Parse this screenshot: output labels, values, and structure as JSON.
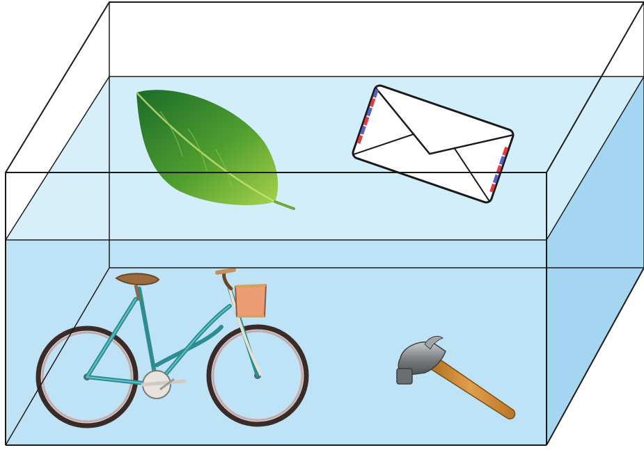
{
  "figure": {
    "description_free": true,
    "objects": [
      {
        "id": "leaf",
        "icon": "leaf-icon",
        "state": "floating"
      },
      {
        "id": "envelope",
        "icon": "envelope-icon",
        "state": "floating"
      },
      {
        "id": "bicycle",
        "icon": "bicycle-icon",
        "state": "sunk"
      },
      {
        "id": "hammer",
        "icon": "hammer-icon",
        "state": "sunk"
      }
    ],
    "colors": {
      "water_front": "#c2e4f6",
      "water_top": "#d2edfa",
      "water_side": "#9fd3ef",
      "edge": "#1a1a1a",
      "leaf_dark": "#2e7d32",
      "leaf_light": "#9ccc42",
      "bike_frame": "#3aa7ad",
      "tire": "#3b2a26",
      "hammer_handle": "#c8842f",
      "hammer_head": "#8a8d90",
      "basket": "#e99a6e",
      "envelope_red": "#e53946",
      "envelope_blue": "#5a5fbf"
    }
  }
}
